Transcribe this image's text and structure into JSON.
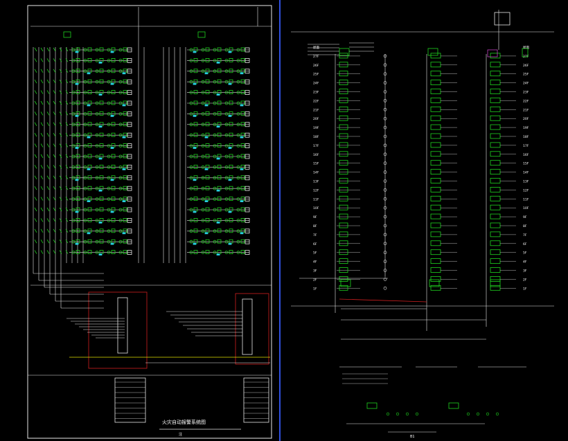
{
  "left_sheet": {
    "title": "火灾自动报警系统图",
    "note_number": "注"
  },
  "right_sheet": {
    "floor_labels": [
      "屋面",
      "27F",
      "26F",
      "25F",
      "24F",
      "23F",
      "22F",
      "21F",
      "20F",
      "19F",
      "18F",
      "17F",
      "16F",
      "15F",
      "14F",
      "13F",
      "12F",
      "11F",
      "10F",
      "9F",
      "8F",
      "7F",
      "6F",
      "5F",
      "4F",
      "3F",
      "2F",
      "1F"
    ],
    "bottom_title": "B1"
  },
  "colors": {
    "background": "#000000",
    "line_white": "#e8e8e8",
    "line_green": "#1fd41f",
    "line_red": "#d02020",
    "line_yellow": "#e0e000",
    "line_cyan": "#28d0e0",
    "line_magenta": "#c040c0",
    "separator_blue": "#3050e0"
  }
}
